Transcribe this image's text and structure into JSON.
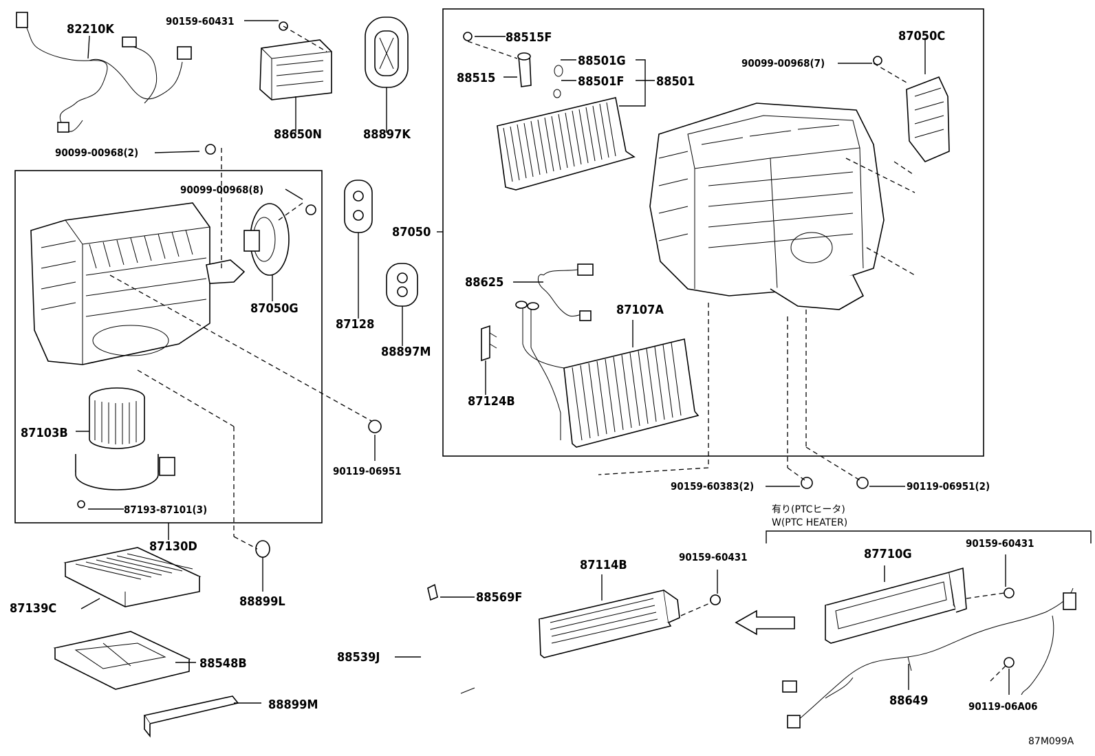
{
  "diagram_code": "87M099A",
  "parts": {
    "p82210K": "82210K",
    "p90159_60431_top": "90159-60431",
    "p88650N": "88650N",
    "p88897K": "88897K",
    "p90099_00968_2": "90099-00968(2)",
    "p90099_00968_8": "90099-00968(8)",
    "p87050G": "87050G",
    "p87128": "87128",
    "p88897M": "88897M",
    "p87103B": "87103B",
    "p87193_87101_3": "87193-87101(3)",
    "p87130D": "87130D",
    "p90119_06951": "90119-06951",
    "p88899L": "88899L",
    "p87139C": "87139C",
    "p88548B": "88548B",
    "p88899M": "88899M",
    "p88515F": "88515F",
    "p88515": "88515",
    "p88501G": "88501G",
    "p88501F": "88501F",
    "p88501": "88501",
    "p87050C": "87050C",
    "p90099_00968_7": "90099-00968(7)",
    "p87050": "87050",
    "p88625": "88625",
    "p87107A": "87107A",
    "p87124B": "87124B",
    "p90159_60383_2": "90159-60383(2)",
    "p90119_06951_2": "90119-06951(2)",
    "p88569F": "88569F",
    "p88539J": "88539J",
    "p87114B": "87114B",
    "p90159_60431_mid": "90159-60431",
    "p87710G": "87710G",
    "p90159_60431_right": "90159-60431",
    "p88649": "88649",
    "p90119_06A06": "90119-06A06"
  },
  "notes": {
    "ptc_jp": "有り(PTCヒータ)",
    "ptc_en": "W(PTC HEATER)"
  }
}
